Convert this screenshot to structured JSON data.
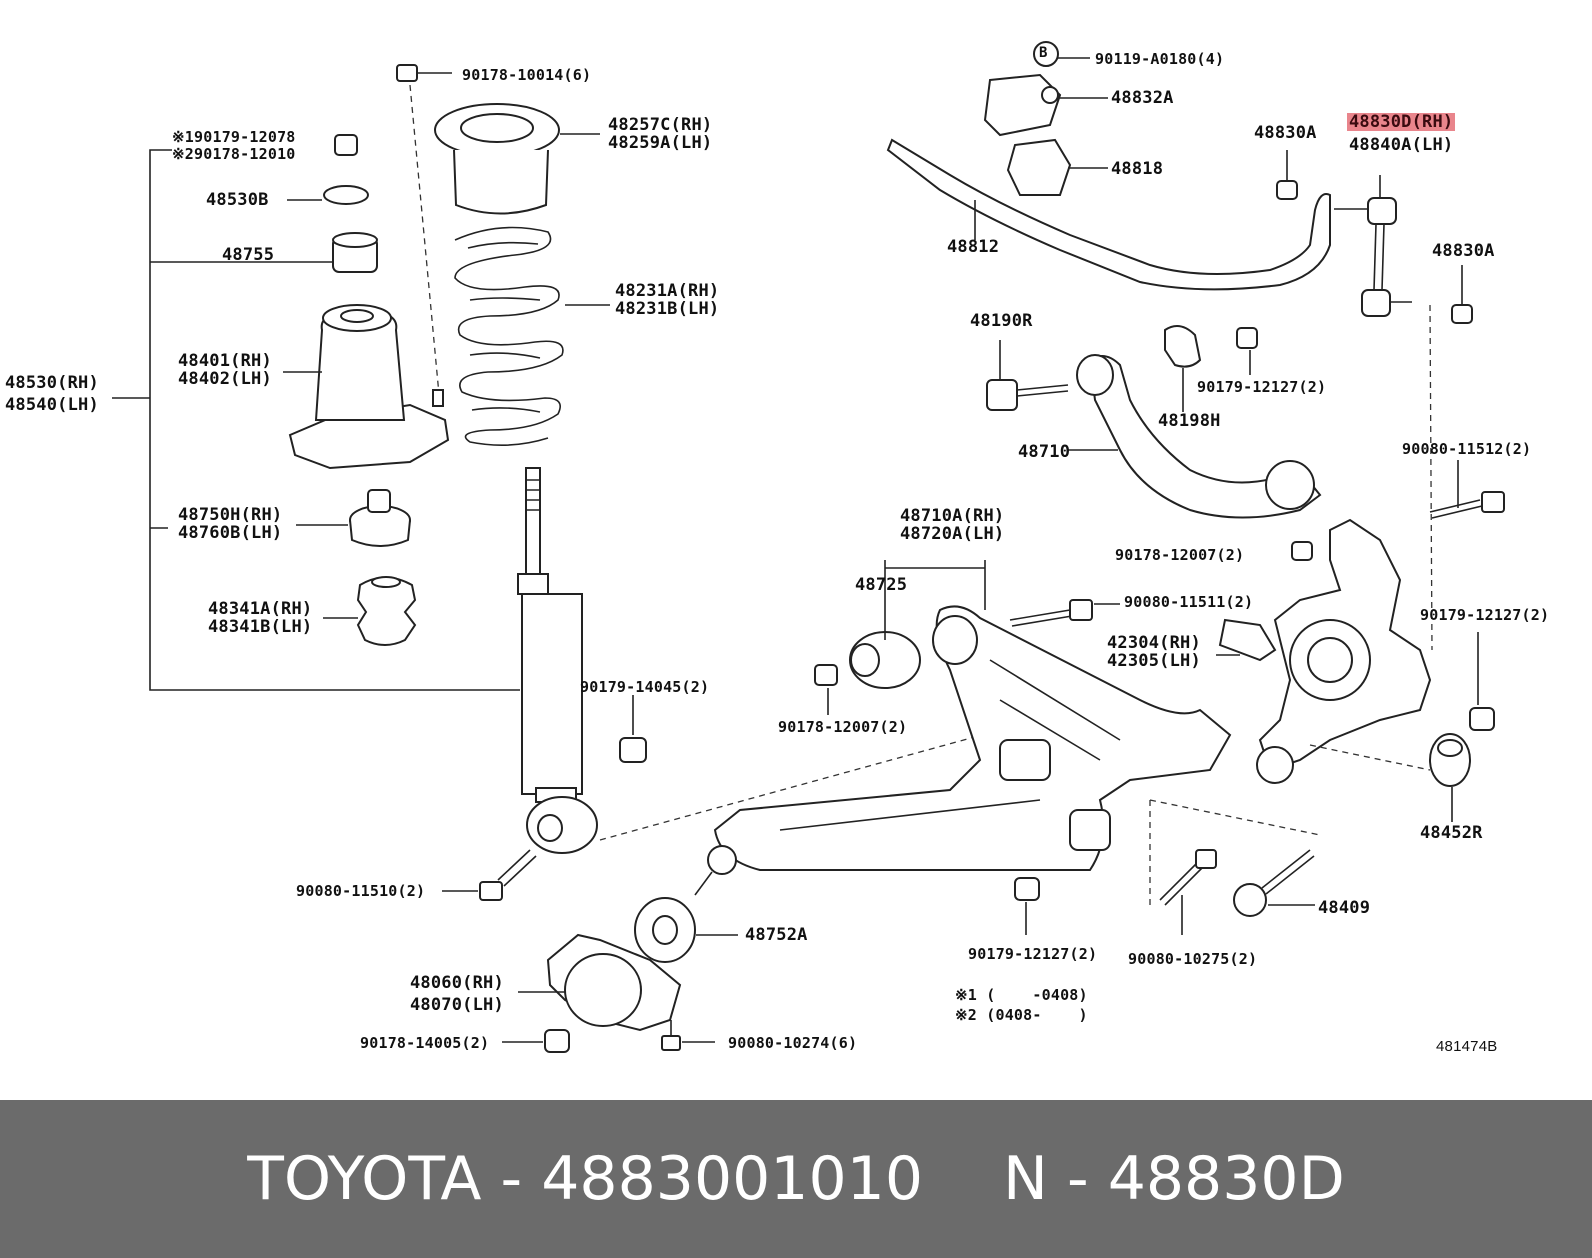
{
  "diagram": {
    "labels": {
      "p90178_10014": "90178-10014(6)",
      "note1_190179": "※190179-12078",
      "note2_290178": "※290178-12010",
      "p48530b": "48530B",
      "p48755": "48755",
      "p48530": "48530(RH)",
      "p48540": "48540(LH)",
      "p48401": "48401(RH)",
      "p48402": "48402(LH)",
      "p48750h": "48750H(RH)",
      "p48760b": "48760B(LH)",
      "p48341a": "48341A(RH)",
      "p48341b": "48341B(LH)",
      "p48257c": "48257C(RH)",
      "p48259a": "48259A(LH)",
      "p48231a": "48231A(RH)",
      "p48231b": "48231B(LH)",
      "p90179_14045": "90179-14045(2)",
      "p90080_11510": "90080-11510(2)",
      "p48060": "48060(RH)",
      "p48070": "48070(LH)",
      "p90178_14005": "90178-14005(2)",
      "p90080_10274": "90080-10274(6)",
      "p48752a": "48752A",
      "p90119": "90119-A0180(4)",
      "callout_b": "B",
      "p48832a": "48832A",
      "p48818": "48818",
      "p48812": "48812",
      "p48830a_top": "48830A",
      "p48830d": "48830D(RH)",
      "p48840a": "48840A(LH)",
      "p48830a_right": "48830A",
      "p48190r": "48190R",
      "p90179_12127_a": "90179-12127(2)",
      "p48198h": "48198H",
      "p48710": "48710",
      "p90080_11512": "90080-11512(2)",
      "p48710a": "48710A(RH)",
      "p48720a": "48720A(LH)",
      "p90178_12007_a": "90178-12007(2)",
      "p48725": "48725",
      "p90080_11511": "90080-11511(2)",
      "p42304": "42304(RH)",
      "p42305": "42305(LH)",
      "p90179_12127_b": "90179-12127(2)",
      "p90178_12007_b": "90178-12007(2)",
      "p48452r": "48452R",
      "p48409": "48409",
      "p90179_12127_c": "90179-12127(2)",
      "p90080_10275": "90080-10275(2)",
      "note_1": "※1 (    -0408)",
      "note_2": "※2 (0408-    )",
      "ref": "481474B"
    }
  },
  "footer": {
    "brand": "TOYOTA",
    "sep1": "-",
    "part_number": "4883001010",
    "catalog_prefix": "N",
    "sep2": "-",
    "catalog_number": "48830D"
  },
  "colors": {
    "footer_bg": "#6b6b6b",
    "highlight": "#e9858c",
    "line": "#222222"
  }
}
